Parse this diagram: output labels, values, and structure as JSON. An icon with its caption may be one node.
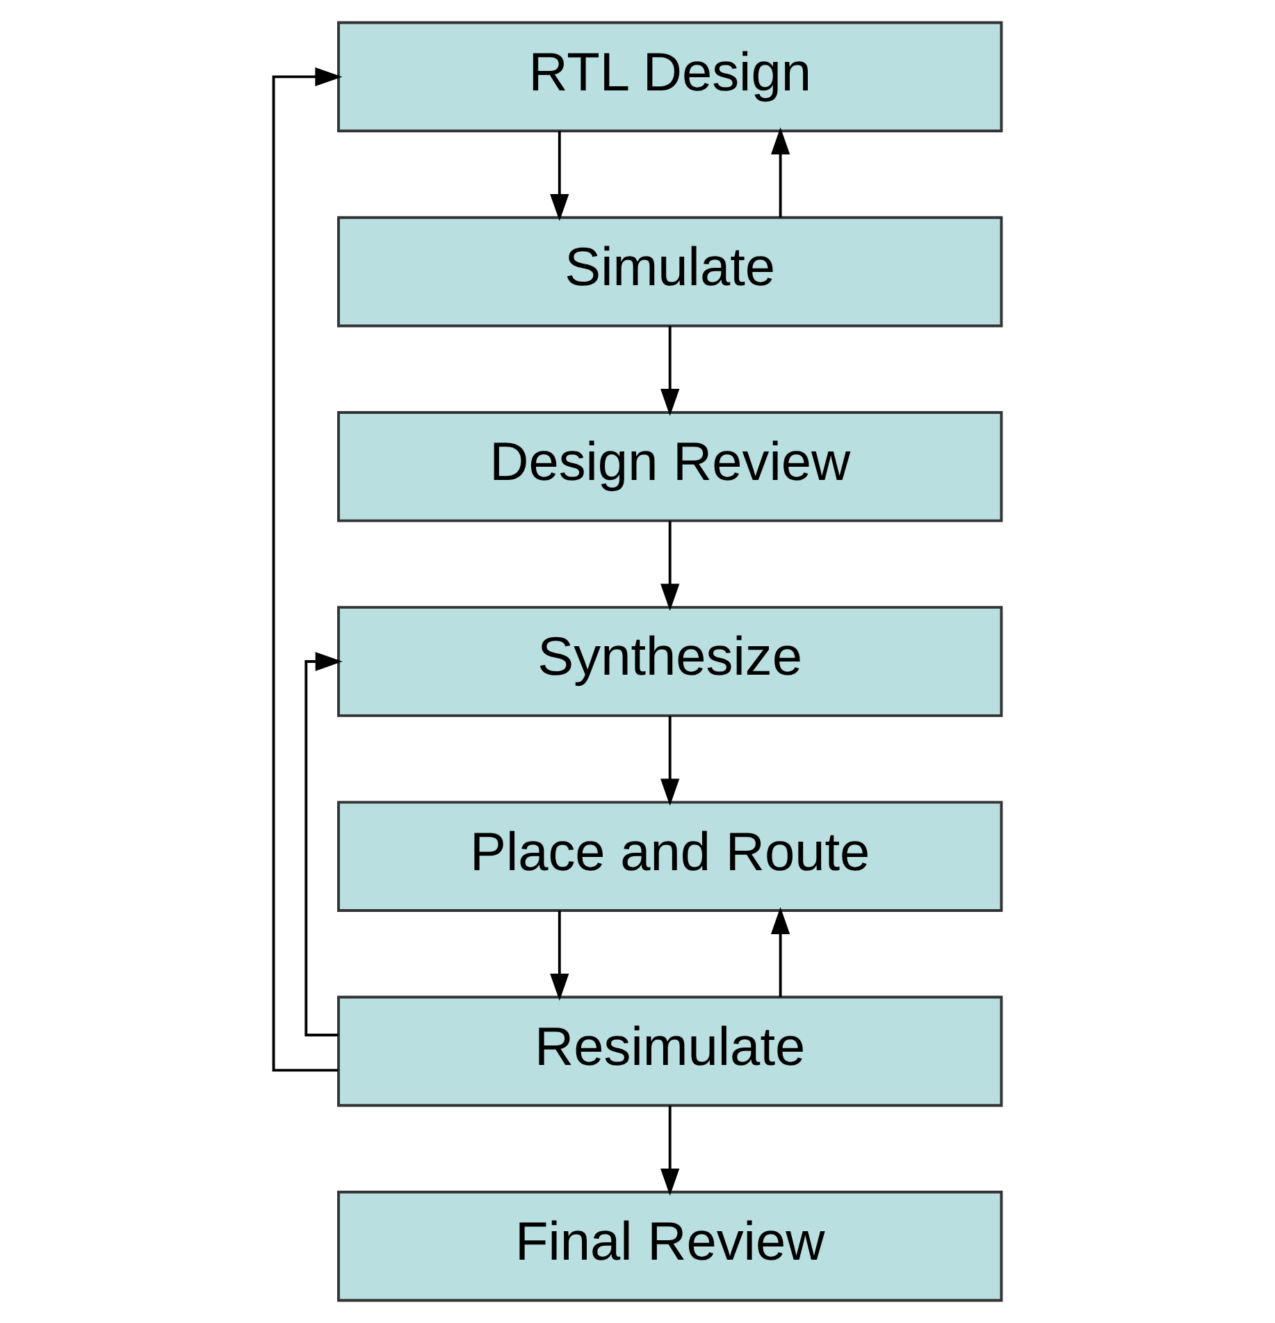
{
  "diagram": {
    "nodes": [
      {
        "text": [
          "RTL Design"
        ]
      },
      {
        "text": [
          "Simulate"
        ]
      },
      {
        "text": [
          "Design Review"
        ]
      },
      {
        "text": [
          "Synthesize"
        ]
      },
      {
        "text": [
          "Place and Route"
        ]
      },
      {
        "text": [
          "Resimulate"
        ]
      },
      {
        "text": [
          "Final Review"
        ]
      }
    ],
    "edges": [
      {
        "from": 0,
        "to": 1,
        "arrow": "to"
      },
      {
        "from": 1,
        "to": 0,
        "arrow": "to"
      },
      {
        "from": 1,
        "to": 2,
        "arrow": "to"
      },
      {
        "from": 2,
        "to": 3,
        "arrow": "to"
      },
      {
        "from": 3,
        "to": 4,
        "arrow": "to"
      },
      {
        "from": 4,
        "to": 5,
        "arrow": "to"
      },
      {
        "from": 5,
        "to": 0,
        "arrow": "to"
      },
      {
        "from": 5,
        "to": 3,
        "arrow": "to"
      },
      {
        "from": 5,
        "to": 4,
        "arrow": "to"
      },
      {
        "from": 5,
        "to": 6,
        "arrow": "to"
      }
    ]
  }
}
